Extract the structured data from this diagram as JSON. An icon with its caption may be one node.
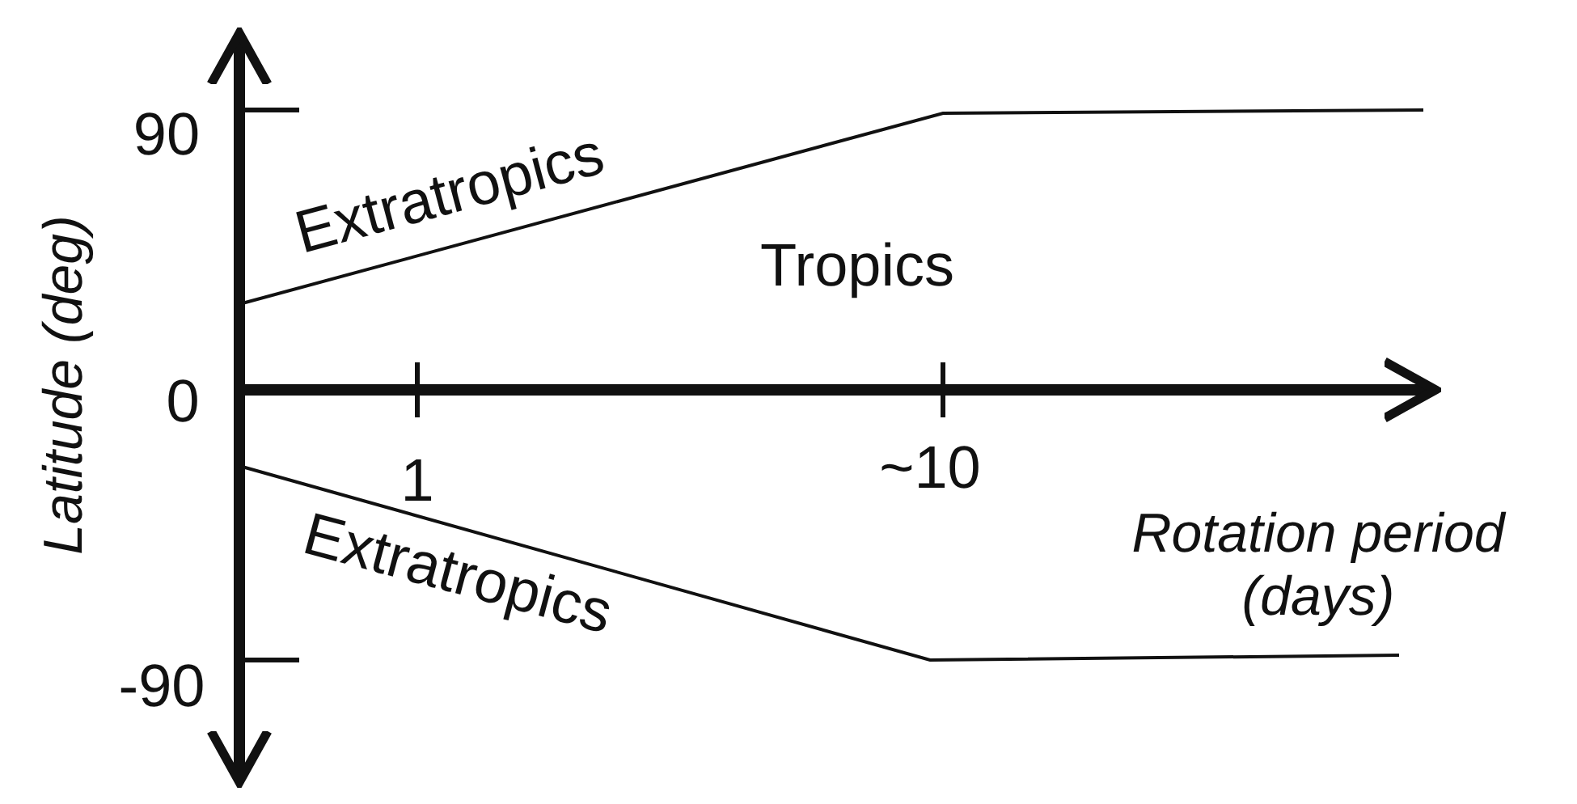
{
  "diagram": {
    "labels": [
      "90",
      "Latitude (deg)",
      "Extratropics",
      "Tropics",
      "0",
      "1",
      "~10",
      "Rotation period (days)",
      "Extratropics",
      "-90"
    ]
  }
}
